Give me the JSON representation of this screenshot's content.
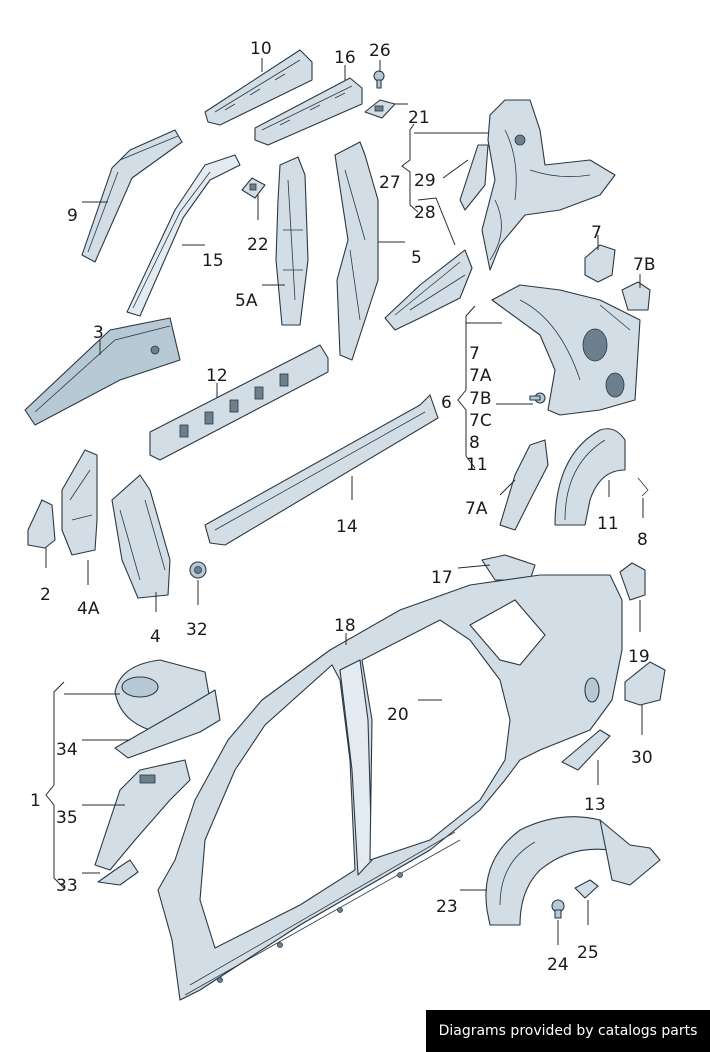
{
  "diagram": {
    "labels": {
      "l10": "10",
      "l16": "16",
      "l26": "26",
      "l21": "21",
      "l27": "27",
      "l29": "29",
      "l28": "28",
      "l9": "9",
      "l15": "15",
      "l22": "22",
      "l5": "5",
      "l5A": "5A",
      "l7a": "7",
      "l7Btop": "7B",
      "l3": "3",
      "l12": "12",
      "l6": "6",
      "l7": "7",
      "l7A": "7A",
      "l7B": "7B",
      "l7C": "7C",
      "l8list": "8",
      "l11list": "11",
      "l7Abot": "7A",
      "l11": "11",
      "l8": "8",
      "l2": "2",
      "l4A": "4A",
      "l4": "4",
      "l32": "32",
      "l14": "14",
      "l17": "17",
      "l18": "18",
      "l19": "19",
      "l20": "20",
      "l30": "30",
      "l34": "34",
      "l1": "1",
      "l35": "35",
      "l33": "33",
      "l13": "13",
      "l23": "23",
      "l24": "24",
      "l25": "25"
    }
  },
  "footer": {
    "text": "Diagrams provided by catalogs parts"
  }
}
